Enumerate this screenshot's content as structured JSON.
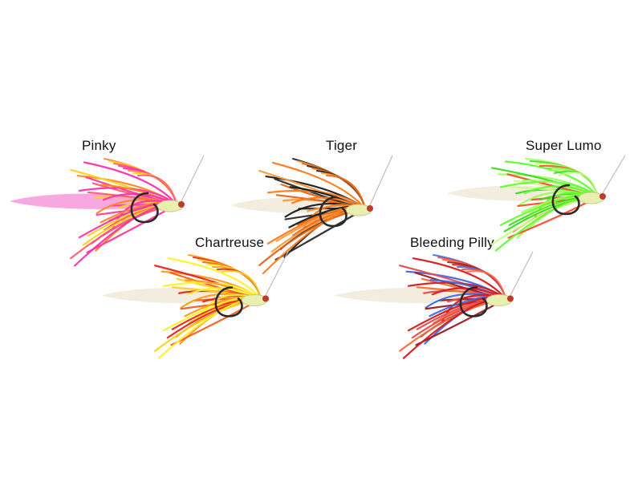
{
  "lures": [
    {
      "id": "pinky",
      "label": "Pinky",
      "tail_color": "#f7a3df",
      "skirt_colors": [
        "#ff2fae",
        "#ff8a1e",
        "#ffd21a",
        "#ff5a6e",
        "#ff3aa0"
      ],
      "head_color": "#e9efb0",
      "hook_color": "#2a2a2a"
    },
    {
      "id": "tiger",
      "label": "Tiger",
      "tail_color": "#f1ecdc",
      "skirt_colors": [
        "#ff7a1a",
        "#1a1a1a",
        "#ff9a3a",
        "#e86412",
        "#2a2a2a"
      ],
      "head_color": "#e9efb0",
      "hook_color": "#2a2a2a"
    },
    {
      "id": "super-lumo",
      "label": "Super Lumo",
      "tail_color": "#f1ecdc",
      "skirt_colors": [
        "#5fff2a",
        "#9cff5a",
        "#3ddc1a",
        "#c8ff8a",
        "#ff4a2a"
      ],
      "head_color": "#e9efb0",
      "hook_color": "#2a2a2a"
    },
    {
      "id": "chartreuse",
      "label": "Chartreuse",
      "tail_color": "#f1ecdc",
      "skirt_colors": [
        "#fff22a",
        "#ff9a1a",
        "#e8241a",
        "#ffd21a",
        "#ff5a1a"
      ],
      "head_color": "#e9efb0",
      "hook_color": "#2a2a2a"
    },
    {
      "id": "bleeding-pilly",
      "label": "Bleeding Pilly",
      "tail_color": "#f1ecdc",
      "skirt_colors": [
        "#d81a1a",
        "#3a6ae8",
        "#e84a4a",
        "#ff6a3a",
        "#9a1a1a"
      ],
      "head_color": "#e9efb0",
      "hook_color": "#2a2a2a"
    }
  ]
}
